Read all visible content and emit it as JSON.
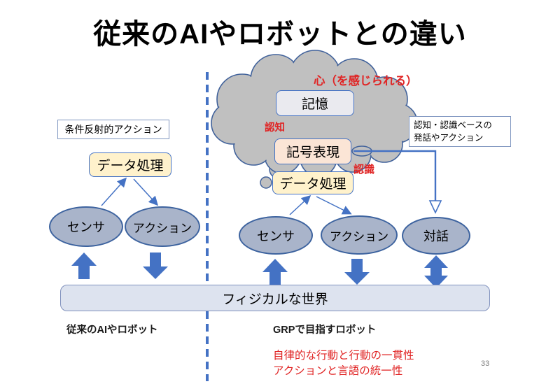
{
  "slide": {
    "title": "従来のAIやロボットとの違い",
    "page_number": "33"
  },
  "left_panel": {
    "label": "条件反射的アクション",
    "process_box": "データ処理",
    "sensor": "センサ",
    "action": "アクション",
    "caption": "従来のAIやロボット"
  },
  "right_panel": {
    "cloud_title": "心（を感じられる）",
    "memory_box": "記憶",
    "cognition_label": "認知",
    "symbol_box": "記号表現",
    "recognition_label": "認識",
    "process_box": "データ処理",
    "sensor": "センサ",
    "action": "アクション",
    "dialogue": "対話",
    "side_note_line1": "認知・認識ベースの",
    "side_note_line2": "発話やアクション",
    "caption": "GRPで目指すロボット",
    "highlight_line1": "自律的な行動と行動の一貫性",
    "highlight_line2": "アクションと言語の統一性"
  },
  "bottom": {
    "world_bar": "フィジカルな世界"
  },
  "colors": {
    "accent_blue": "#4472c4",
    "dark_blue_border": "#3d639f",
    "cloud_gray": "#c0c0c0",
    "yellow_box": "#fff2cc",
    "memory_box_fill": "#eaeaef",
    "symbol_box_fill": "#fbe5d6",
    "ellipse_fill": "#a9b4ca",
    "world_bar_fill": "#dde3ef",
    "red_text": "#e02424",
    "page_number_gray": "#808080"
  }
}
